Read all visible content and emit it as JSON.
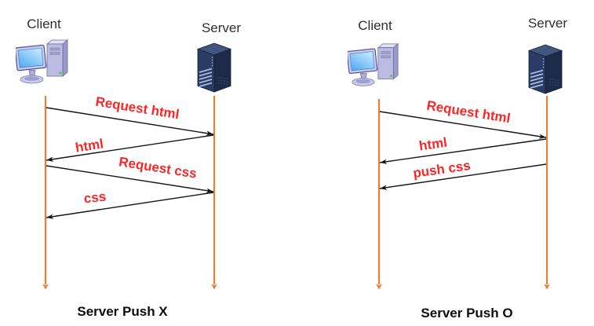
{
  "colors": {
    "background": "#ffffff",
    "lifeline": "#ED7D31",
    "arrow": "#151515",
    "message_label": "#fb2626",
    "actor_title": "#2e2e2e",
    "caption": "#0d0d0d"
  },
  "diagrams": [
    {
      "name": "without-server-push",
      "client_label": "Client",
      "server_label": "Server",
      "caption": "Server Push X",
      "messages": [
        {
          "label": "Request html",
          "from": "client",
          "to": "server"
        },
        {
          "label": "html",
          "from": "server",
          "to": "client"
        },
        {
          "label": "Request css",
          "from": "client",
          "to": "server"
        },
        {
          "label": "css",
          "from": "server",
          "to": "client"
        }
      ]
    },
    {
      "name": "with-server-push",
      "client_label": "Client",
      "server_label": "Server",
      "caption": "Server Push O",
      "messages": [
        {
          "label": "Request html",
          "from": "client",
          "to": "server"
        },
        {
          "label": "html",
          "from": "server",
          "to": "client"
        },
        {
          "label": "push css",
          "from": "server",
          "to": "client"
        }
      ]
    }
  ]
}
